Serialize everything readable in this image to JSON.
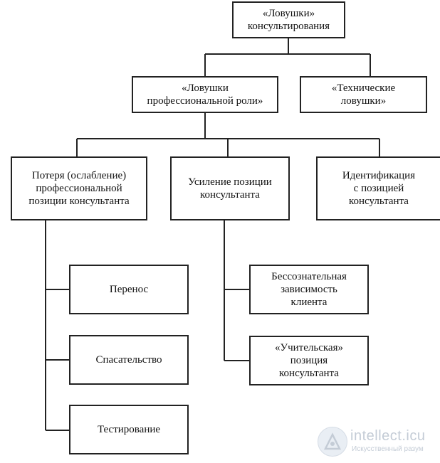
{
  "nodes": {
    "root": "«Ловушки»\nконсультирования",
    "professional_role": "«Ловушки\nпрофессиональной роли»",
    "technical": "«Технические\nловушки»",
    "loss": "Потеря (ослабление)\nпрофессиональной\nпозиции консультанта",
    "strengthening": "Усиление позиции\nконсультанта",
    "identification": "Идентификация\nс позицией\nконсультанта",
    "transfer": "Перенос",
    "rescuing": "Спасательство",
    "testing": "Тестирование",
    "dependence": "Бессознательная\nзависимость\nклиента",
    "teacher": "«Учительская»\nпозиция\nконсультанта"
  },
  "watermark": {
    "site": "intellect.icu",
    "tagline": "Искусственный разум"
  }
}
